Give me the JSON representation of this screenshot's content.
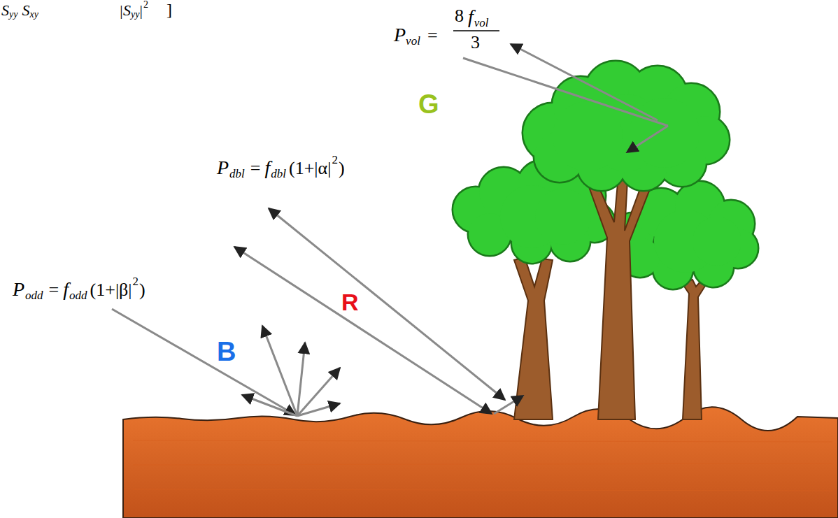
{
  "diagram": {
    "labels": [
      "S",
      "yy",
      "S",
      "xy",
      "|S",
      "yy",
      "|",
      "2",
      "]",
      "P",
      "vol",
      "=",
      "8",
      "f",
      "vol",
      "3",
      "P",
      "dbl",
      "=",
      "f",
      "dbl",
      "(1+|α|",
      "2",
      ")",
      "P",
      "odd",
      "=",
      "f",
      "odd",
      "(1+|β|",
      "2",
      ")",
      "B",
      "R",
      "G"
    ]
  }
}
